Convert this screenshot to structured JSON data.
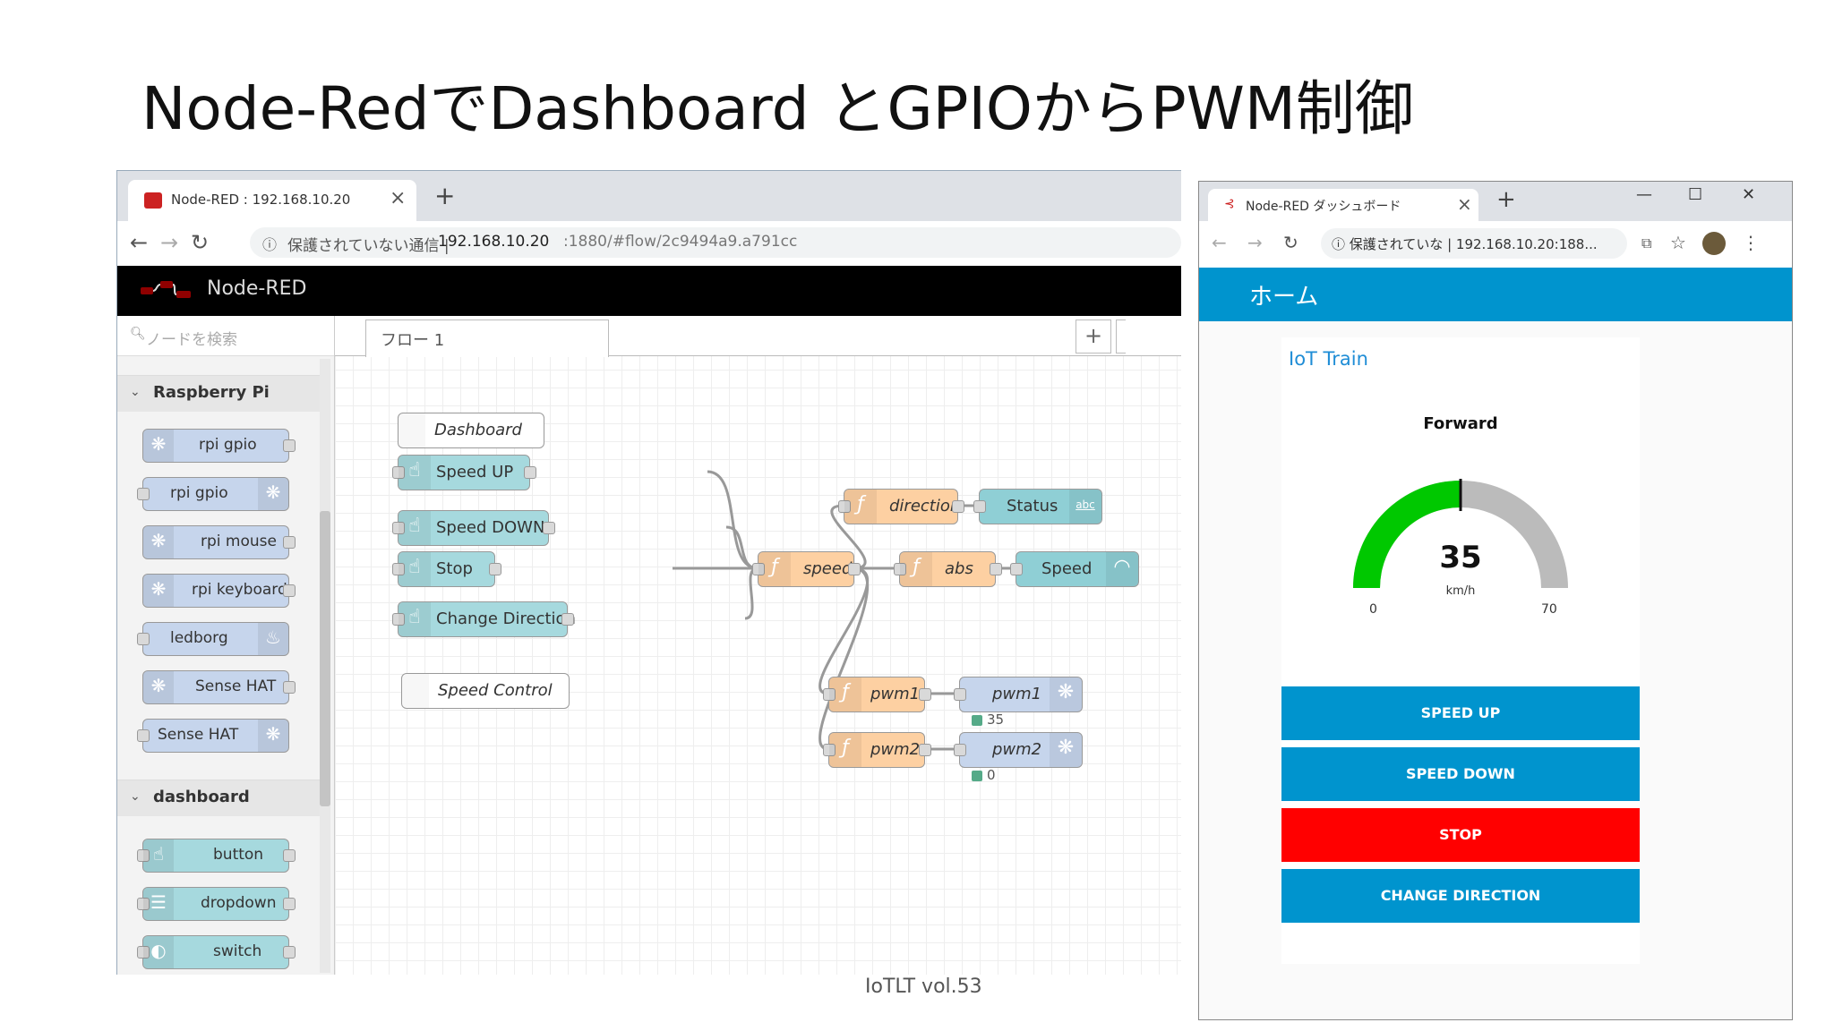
{
  "slide": {
    "title": "Node-RedでDashboard とGPIOからPWM制御",
    "footer": "IoTLT vol.53"
  },
  "editor_browser": {
    "tab_title": "Node-RED : 192.168.10.20",
    "tab_close": "×",
    "new_tab": "+",
    "nav": {
      "back": "←",
      "forward": "→",
      "reload": "↻"
    },
    "address": {
      "info_icon": "ⓘ",
      "security_text": "保護されていない通信 |",
      "host": "192.168.10.20",
      "path": ":1880/#flow/2c9494a9.a791cc"
    }
  },
  "node_red": {
    "header_title": "Node-RED",
    "palette": {
      "search_placeholder": "ノードを検索",
      "categories": [
        {
          "label": "Raspberry Pi",
          "chevron": "⌄",
          "nodes": [
            "rpi gpio",
            "rpi gpio",
            "rpi mouse",
            "rpi keyboard",
            "ledborg",
            "Sense HAT",
            "Sense HAT"
          ]
        },
        {
          "label": "dashboard",
          "chevron": "⌄",
          "nodes": [
            "button",
            "dropdown",
            "switch"
          ]
        }
      ]
    },
    "workspace": {
      "tab_label": "フロー 1",
      "add_tab": "+",
      "nodes": {
        "comment_dashboard": "Dashboard",
        "speed_up": "Speed UP",
        "speed_down": "Speed DOWN",
        "stop": "Stop",
        "change_direction": "Change Direction",
        "comment_speed_control": "Speed Control",
        "func_direction": "direction",
        "ui_status": "Status",
        "ui_status_icon": "abc",
        "func_speed": "speed",
        "func_abs": "abs",
        "ui_speed": "Speed",
        "func_pwm1": "pwm1",
        "gpio_pwm1": "pwm1",
        "pwm1_status": "35",
        "func_pwm2": "pwm2",
        "gpio_pwm2": "pwm2",
        "pwm2_status": "0",
        "function_glyph": "ƒ"
      }
    }
  },
  "dashboard_browser": {
    "tab_title": "Node-RED ダッシュボード",
    "tab_close": "×",
    "new_tab": "+",
    "window_controls": {
      "minimize": "—",
      "maximize": "☐",
      "close": "✕"
    },
    "nav": {
      "back": "←",
      "forward": "→",
      "reload": "↻"
    },
    "address": "ⓘ 保護されていな | 192.168.10.20:188...",
    "menu_icon": "⋮",
    "header_title": "ホーム",
    "group_title": "IoT Train",
    "direction": "Forward",
    "gauge": {
      "value": 35,
      "min": 0,
      "max": 70,
      "unit": "km/h"
    },
    "buttons": [
      "SPEED UP",
      "SPEED DOWN",
      "STOP",
      "CHANGE DIRECTION"
    ]
  },
  "colors": {
    "dashboard_blue": "#0094ce",
    "stop_red": "#ff0000",
    "gauge_green": "#00c800",
    "gauge_gray": "#bbbbbb",
    "inject_node": "#a6d9de",
    "function_node": "#fdd0a2",
    "gpio_node": "#c6d5ec"
  }
}
